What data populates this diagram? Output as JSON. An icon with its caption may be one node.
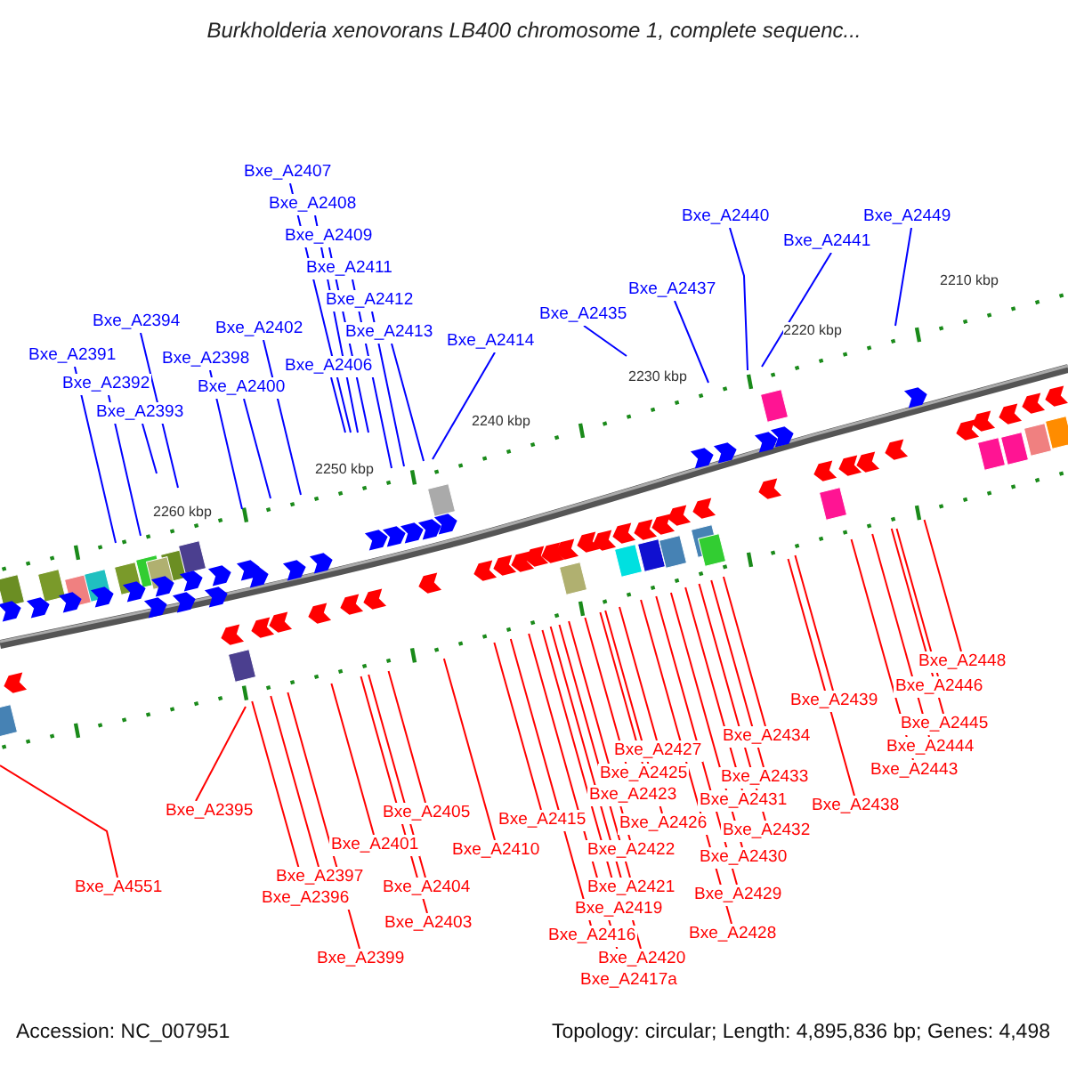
{
  "diagram": {
    "title": "Burkholderia xenovorans LB400 chromosome 1, complete sequenc...",
    "nodes": [
      {
        "text": [
          "Bxe_A2391"
        ]
      },
      {
        "text": [
          "Bxe_A2392"
        ]
      },
      {
        "text": [
          "Bxe_A2393"
        ]
      },
      {
        "text": [
          "Bxe_A2394"
        ]
      },
      {
        "text": [
          "Bxe_A2398"
        ]
      },
      {
        "text": [
          "Bxe_A2400"
        ]
      },
      {
        "text": [
          "Bxe_A2402"
        ]
      },
      {
        "text": [
          "Bxe_A2406"
        ]
      },
      {
        "text": [
          "Bxe_A2407"
        ]
      },
      {
        "text": [
          "Bxe_A2408"
        ]
      },
      {
        "text": [
          "Bxe_A2409"
        ]
      },
      {
        "text": [
          "Bxe_A2411"
        ]
      },
      {
        "text": [
          "Bxe_A2412"
        ]
      },
      {
        "text": [
          "Bxe_A2413"
        ]
      },
      {
        "text": [
          "Bxe_A2414"
        ]
      },
      {
        "text": [
          "Bxe_A2435"
        ]
      },
      {
        "text": [
          "Bxe_A2437"
        ]
      },
      {
        "text": [
          "Bxe_A2440"
        ]
      },
      {
        "text": [
          "Bxe_A2441"
        ]
      },
      {
        "text": [
          "Bxe_A2449"
        ]
      },
      {
        "text": [
          "Bxe_A4551"
        ]
      },
      {
        "text": [
          "Bxe_A2395"
        ]
      },
      {
        "text": [
          "Bxe_A2397"
        ]
      },
      {
        "text": [
          "Bxe_A2396"
        ]
      },
      {
        "text": [
          "Bxe_A2399"
        ]
      },
      {
        "text": [
          "Bxe_A2401"
        ]
      },
      {
        "text": [
          "Bxe_A2405"
        ]
      },
      {
        "text": [
          "Bxe_A2404"
        ]
      },
      {
        "text": [
          "Bxe_A2403"
        ]
      },
      {
        "text": [
          "Bxe_A2410"
        ]
      },
      {
        "text": [
          "Bxe_A2415"
        ]
      },
      {
        "text": [
          "Bxe_A2427"
        ]
      },
      {
        "text": [
          "Bxe_A2425"
        ]
      },
      {
        "text": [
          "Bxe_A2423"
        ]
      },
      {
        "text": [
          "Bxe_A2426"
        ]
      },
      {
        "text": [
          "Bxe_A2422"
        ]
      },
      {
        "text": [
          "Bxe_A2421"
        ]
      },
      {
        "text": [
          "Bxe_A2419"
        ]
      },
      {
        "text": [
          "Bxe_A2416"
        ]
      },
      {
        "text": [
          "Bxe_A2420"
        ]
      },
      {
        "text": [
          "Bxe_A2417a"
        ]
      },
      {
        "text": [
          "Bxe_A2434"
        ]
      },
      {
        "text": [
          "Bxe_A2433"
        ]
      },
      {
        "text": [
          "Bxe_A2431"
        ]
      },
      {
        "text": [
          "Bxe_A2432"
        ]
      },
      {
        "text": [
          "Bxe_A2430"
        ]
      },
      {
        "text": [
          "Bxe_A2429"
        ]
      },
      {
        "text": [
          "Bxe_A2428"
        ]
      },
      {
        "text": [
          "Bxe_A2439"
        ]
      },
      {
        "text": [
          "Bxe_A2438"
        ]
      },
      {
        "text": [
          "Bxe_A2448"
        ]
      },
      {
        "text": [
          "Bxe_A2446"
        ]
      },
      {
        "text": [
          "Bxe_A2445"
        ]
      },
      {
        "text": [
          "Bxe_A2444"
        ]
      },
      {
        "text": [
          "Bxe_A2443"
        ]
      }
    ],
    "edges": [
      {
        "from": 0,
        "to": null,
        "arrow": "none",
        "color": "#0000ff"
      },
      {
        "from": 1,
        "to": null,
        "arrow": "none",
        "color": "#0000ff"
      },
      {
        "from": 2,
        "to": null,
        "arrow": "none",
        "color": "#0000ff"
      },
      {
        "from": 3,
        "to": null,
        "arrow": "none",
        "color": "#0000ff"
      },
      {
        "from": 4,
        "to": null,
        "arrow": "none",
        "color": "#0000ff"
      },
      {
        "from": 5,
        "to": null,
        "arrow": "none",
        "color": "#0000ff"
      },
      {
        "from": 6,
        "to": null,
        "arrow": "none",
        "color": "#0000ff"
      },
      {
        "from": 7,
        "to": null,
        "arrow": "none",
        "color": "#0000ff"
      },
      {
        "from": 8,
        "to": null,
        "arrow": "none",
        "color": "#0000ff"
      },
      {
        "from": 9,
        "to": null,
        "arrow": "none",
        "color": "#0000ff"
      },
      {
        "from": 10,
        "to": null,
        "arrow": "none",
        "color": "#0000ff"
      },
      {
        "from": 11,
        "to": null,
        "arrow": "none",
        "color": "#0000ff"
      },
      {
        "from": 12,
        "to": null,
        "arrow": "none",
        "color": "#0000ff"
      },
      {
        "from": 13,
        "to": null,
        "arrow": "none",
        "color": "#0000ff"
      },
      {
        "from": 14,
        "to": null,
        "arrow": "none",
        "color": "#0000ff"
      },
      {
        "from": 15,
        "to": null,
        "arrow": "none",
        "color": "#0000ff"
      },
      {
        "from": 16,
        "to": null,
        "arrow": "none",
        "color": "#0000ff"
      },
      {
        "from": 17,
        "to": null,
        "arrow": "none",
        "color": "#0000ff"
      },
      {
        "from": 18,
        "to": null,
        "arrow": "none",
        "color": "#0000ff"
      },
      {
        "from": 19,
        "to": null,
        "arrow": "none",
        "color": "#0000ff"
      },
      {
        "from": 20,
        "to": null,
        "arrow": "none"
      },
      {
        "from": 21,
        "to": null,
        "arrow": "none"
      },
      {
        "from": 22,
        "to": null,
        "arrow": "none"
      },
      {
        "from": 23,
        "to": null,
        "arrow": "none"
      },
      {
        "from": 24,
        "to": null,
        "arrow": "none"
      },
      {
        "from": 25,
        "to": null,
        "arrow": "none"
      },
      {
        "from": 26,
        "to": null,
        "arrow": "none"
      },
      {
        "from": 27,
        "to": null,
        "arrow": "none"
      },
      {
        "from": 28,
        "to": null,
        "arrow": "none"
      },
      {
        "from": 29,
        "to": null,
        "arrow": "none"
      },
      {
        "from": 30,
        "to": null,
        "arrow": "none"
      },
      {
        "from": 31,
        "to": null,
        "arrow": "none"
      },
      {
        "from": 32,
        "to": null,
        "arrow": "none"
      },
      {
        "from": 33,
        "to": null,
        "arrow": "none"
      },
      {
        "from": 34,
        "to": null,
        "arrow": "none"
      },
      {
        "from": 35,
        "to": null,
        "arrow": "none"
      },
      {
        "from": 36,
        "to": null,
        "arrow": "none"
      },
      {
        "from": 37,
        "to": null,
        "arrow": "none"
      },
      {
        "from": 38,
        "to": null,
        "arrow": "none"
      },
      {
        "from": 39,
        "to": null,
        "arrow": "none"
      },
      {
        "from": 40,
        "to": null,
        "arrow": "none"
      },
      {
        "from": 41,
        "to": null,
        "arrow": "none"
      },
      {
        "from": 42,
        "to": null,
        "arrow": "none"
      },
      {
        "from": 43,
        "to": null,
        "arrow": "none"
      },
      {
        "from": 44,
        "to": null,
        "arrow": "none"
      },
      {
        "from": 45,
        "to": null,
        "arrow": "none"
      },
      {
        "from": 46,
        "to": null,
        "arrow": "none"
      },
      {
        "from": 47,
        "to": null,
        "arrow": "none"
      },
      {
        "from": 48,
        "to": null,
        "arrow": "none"
      },
      {
        "from": 49,
        "to": null,
        "arrow": "none"
      },
      {
        "from": 50,
        "to": null,
        "arrow": "none"
      },
      {
        "from": 51,
        "to": null,
        "arrow": "none"
      },
      {
        "from": 52,
        "to": null,
        "arrow": "none"
      },
      {
        "from": 53,
        "to": null,
        "arrow": "none"
      },
      {
        "from": 54,
        "to": null,
        "arrow": "none"
      }
    ],
    "labels": [
      "2210 kbp",
      "2220 kbp",
      "2230 kbp",
      "2240 kbp",
      "2250 kbp",
      "2260 kbp",
      "Accession: NC_007951",
      "Topology: circular; Length: 4,895,836 bp; Genes: 4,498"
    ]
  }
}
